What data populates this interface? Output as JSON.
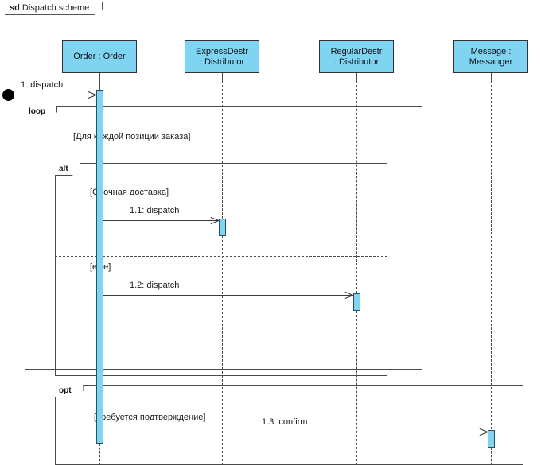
{
  "frame": {
    "keyword": "sd",
    "name": "Dispatch scheme"
  },
  "lifelines": [
    {
      "id": "order",
      "line1": "Order : Order",
      "line2": ""
    },
    {
      "id": "express",
      "line1": "ExpressDestr",
      "line2": ": Distributor"
    },
    {
      "id": "regular",
      "line1": "RegularDestr",
      "line2": ": Distributor"
    },
    {
      "id": "messenger",
      "line1": "Message :",
      "line2": "Messanger"
    }
  ],
  "messages": [
    {
      "id": "m1",
      "label": "1: dispatch",
      "from": "start",
      "to": "order"
    },
    {
      "id": "m11",
      "label": "1.1: dispatch",
      "from": "order",
      "to": "express"
    },
    {
      "id": "m12",
      "label": "1.2: dispatch",
      "from": "order",
      "to": "regular"
    },
    {
      "id": "m13",
      "label": "1.3: confirm",
      "from": "order",
      "to": "messenger"
    }
  ],
  "fragments": [
    {
      "id": "loop",
      "operator": "loop",
      "guards": [
        "[Для каждой позиции заказа]"
      ]
    },
    {
      "id": "alt",
      "operator": "alt",
      "guards": [
        "[Срочная доставка]",
        "[else]"
      ]
    },
    {
      "id": "opt",
      "operator": "opt",
      "guards": [
        "[Требуется подтверждение]"
      ]
    }
  ],
  "colors": {
    "lifeline_fill": "#7fd4f2",
    "stroke": "#333333",
    "text": "#1a1a1a"
  }
}
